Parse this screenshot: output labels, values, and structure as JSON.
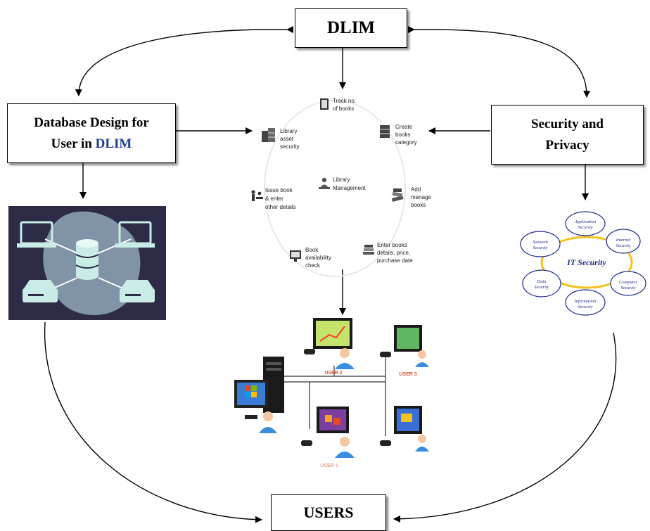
{
  "boxes": {
    "dlim": "DLIM",
    "database_line1": "Database Design for",
    "database_line2_prefix": "User in ",
    "database_line2_accent": "DLIM",
    "security_line1": "Security and",
    "security_line2": "Privacy",
    "users": "USERS"
  },
  "library_cycle": {
    "center": [
      "Library",
      "Management"
    ],
    "nodes": [
      {
        "lines": [
          "Track no.",
          "of books"
        ],
        "icon": "book-icon"
      },
      {
        "lines": [
          "Create",
          "books",
          "category"
        ],
        "icon": "bookshelf-icon"
      },
      {
        "lines": [
          "Add",
          "manage",
          "books"
        ],
        "icon": "books-stack-icon"
      },
      {
        "lines": [
          "Enter books",
          "details, price,",
          "purchase date"
        ],
        "icon": "book-pile-icon"
      },
      {
        "lines": [
          "Book",
          "availability",
          "check"
        ],
        "icon": "monitor-check-icon"
      },
      {
        "lines": [
          "Issue book",
          "& enter",
          "other details"
        ],
        "icon": "people-desk-icon"
      },
      {
        "lines": [
          "Library",
          "asset",
          "security"
        ],
        "icon": "building-books-icon"
      }
    ]
  },
  "it_security": {
    "center": "IT Security",
    "petals": [
      [
        "Application",
        "Security"
      ],
      [
        "Internet",
        "Security"
      ],
      [
        "Computer",
        "Security"
      ],
      [
        "Information",
        "Security"
      ],
      [
        "Data",
        "Security"
      ],
      [
        "Network",
        "Security"
      ]
    ]
  },
  "network": {
    "labels": [
      "USER 2",
      "USER 3",
      "USER 1"
    ]
  },
  "colors": {
    "db_panel_bg": "#2d2b47",
    "db_blob": "#8fa6b8",
    "db_device": "#c9ece6",
    "ring_yellow": "#f4c21c",
    "petal_stroke": "#1b2a8c",
    "user_label": "#d9542a"
  }
}
